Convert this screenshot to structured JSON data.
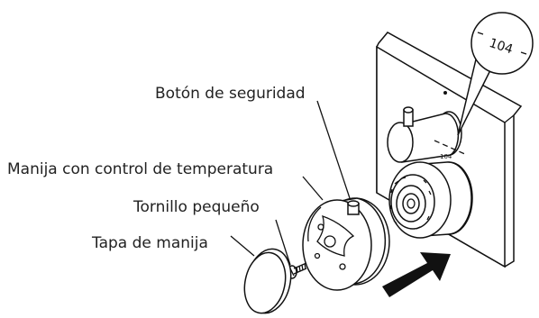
{
  "labels": {
    "safety_button": "Botón de seguridad",
    "temperature_handle": "Manija con control de temperatura",
    "small_screw": "Tornillo pequeño",
    "handle_cap": "Tapa de manija"
  },
  "callout": {
    "value": "104",
    "plate_mark": "104"
  },
  "icons": {
    "insert_arrow": "arrow-right-up-icon"
  }
}
